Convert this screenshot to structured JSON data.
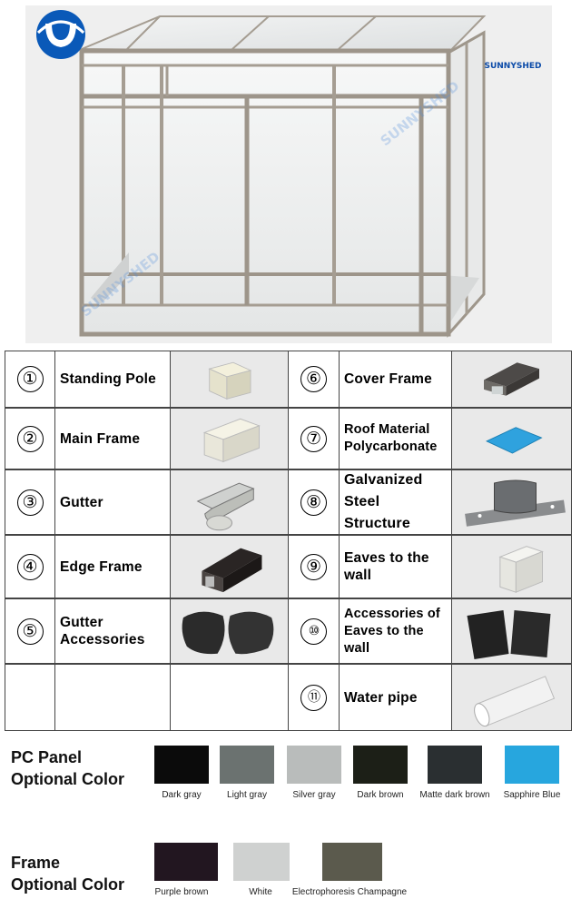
{
  "brand": {
    "name": "SUNNYSHED",
    "watermark": "SUNNYSHED"
  },
  "parts": [
    {
      "num": "①",
      "label": "Standing Pole",
      "icon": "standing-pole-photo"
    },
    {
      "num": "⑥",
      "label": "Cover Frame",
      "icon": "cover-frame-photo"
    },
    {
      "num": "②",
      "label": "Main Frame",
      "icon": "main-frame-photo"
    },
    {
      "num": "⑦",
      "label": "Roof Material Polycarbonate",
      "icon": "polycarbonate-sheet-photo"
    },
    {
      "num": "③",
      "label": "Gutter",
      "icon": "gutter-photo"
    },
    {
      "num": "⑧",
      "label": "Galvanized Steel Structure",
      "icon": "steel-bracket-photo"
    },
    {
      "num": "④",
      "label": "Edge Frame",
      "icon": "edge-frame-photo"
    },
    {
      "num": "⑨",
      "label": "Eaves to the wall",
      "icon": "eaves-photo"
    },
    {
      "num": "⑤",
      "label": "Gutter Accessories",
      "icon": "gutter-end-caps-photo"
    },
    {
      "num": "⑩",
      "label": "Accessories of Eaves to the wall",
      "icon": "eaves-caps-photo"
    },
    {
      "num": "⑪",
      "label": "Water pipe",
      "icon": "water-pipe-photo"
    }
  ],
  "pc_panel": {
    "title_line1": "PC Panel",
    "title_line2": "Optional Color",
    "colors": [
      {
        "label": "Dark gray",
        "hex": "#0b0b0b"
      },
      {
        "label": "Light gray",
        "hex": "#6b7270"
      },
      {
        "label": "Silver gray",
        "hex": "#b9bcbb"
      },
      {
        "label": "Dark brown",
        "hex": "#1c1f17"
      },
      {
        "label": "Matte dark brown",
        "hex": "#2a2f31"
      },
      {
        "label": "Sapphire Blue",
        "hex": "#27a6de"
      }
    ]
  },
  "frame": {
    "title_line1": "Frame",
    "title_line2": "Optional Color",
    "colors": [
      {
        "label": "Purple brown",
        "hex": "#221620"
      },
      {
        "label": "White",
        "hex": "#cfd1d0"
      },
      {
        "label": "Electrophoresis Champagne",
        "hex": "#5b5a4d"
      }
    ]
  }
}
